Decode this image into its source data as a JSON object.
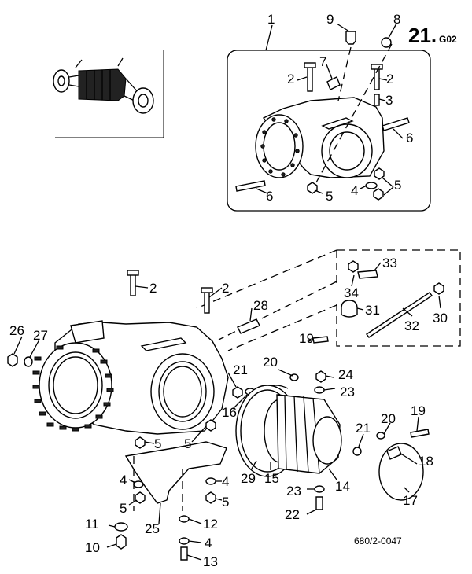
{
  "header": {
    "page_number": "21.",
    "page_suffix": "G02"
  },
  "drawing_code": "680/2-0047",
  "callouts": {
    "c1": "1",
    "c9": "9",
    "c8": "8",
    "c7": "7",
    "c2a": "2",
    "c2b": "2",
    "c3": "3",
    "c6a": "6",
    "c6b": "6",
    "c5a": "5",
    "c4a": "4",
    "c5b": "5",
    "c33": "33",
    "c34": "34",
    "c31": "31",
    "c32": "32",
    "c30": "30",
    "c2c": "2",
    "c2d": "2",
    "c28": "28",
    "c19a": "19",
    "c26": "26",
    "c27": "27",
    "c20a": "20",
    "c21a": "21",
    "c24": "24",
    "c16": "16",
    "c23a": "23",
    "c5c": "5",
    "c5d": "5",
    "c4b": "4",
    "c4c": "4",
    "c5e": "5",
    "c5f": "5",
    "c29": "29",
    "c15": "15",
    "c14": "14",
    "c23b": "23",
    "c22": "22",
    "c21b": "21",
    "c20b": "20",
    "c19b": "19",
    "c18": "18",
    "c17": "17",
    "c11": "11",
    "c10": "10",
    "c25": "25",
    "c12": "12",
    "c4d": "4",
    "c13": "13"
  }
}
